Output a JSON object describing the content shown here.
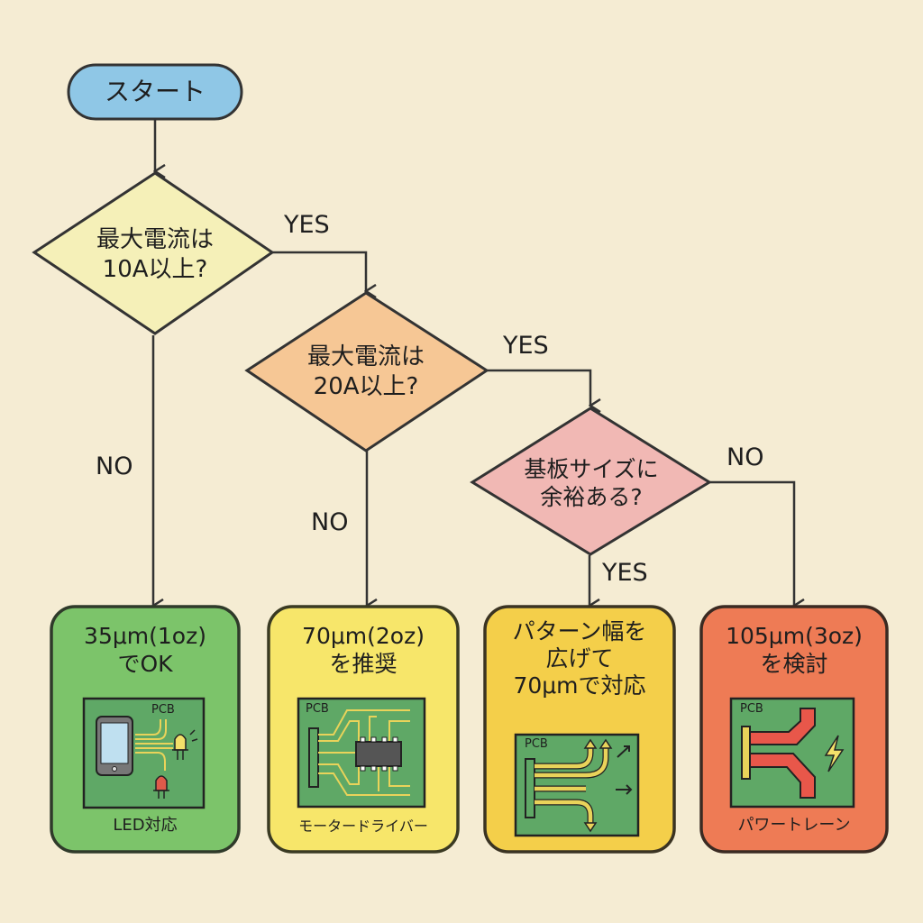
{
  "flowchart": {
    "start": {
      "label": "スタート",
      "color": "#8fc7e6"
    },
    "decisions": [
      {
        "id": "d1",
        "lines": [
          "最大電流は",
          "10A以上?"
        ],
        "color": "#f5f0b8"
      },
      {
        "id": "d2",
        "lines": [
          "最大電流は",
          "20A以上?"
        ],
        "color": "#f6c795"
      },
      {
        "id": "d3",
        "lines": [
          "基板サイズに",
          "余裕ある?"
        ],
        "color": "#f1b8b4"
      }
    ],
    "edge_labels": {
      "d1_yes": "YES",
      "d1_no": "NO",
      "d2_yes": "YES",
      "d2_no": "NO",
      "d3_yes": "YES",
      "d3_no": "NO"
    },
    "results": [
      {
        "id": "r1",
        "lines": [
          "35μm(1oz)",
          "でOK"
        ],
        "pcb_label": "PCB",
        "illustration": "phone-led-icon",
        "caption": "LED対応",
        "color": "#7cc46a"
      },
      {
        "id": "r2",
        "lines": [
          "70μm(2oz)",
          "を推奨"
        ],
        "pcb_label": "PCB",
        "illustration": "ic-chip-icon",
        "caption": "モータードライバー",
        "color": "#f7e66a"
      },
      {
        "id": "r3",
        "lines": [
          "パターン幅を",
          "広げて",
          "70μmで対応"
        ],
        "pcb_label": "PCB",
        "illustration": "wide-trace-icon",
        "caption": "",
        "color": "#f4cf4a"
      },
      {
        "id": "r4",
        "lines": [
          "105μm(3oz)",
          "を検討"
        ],
        "pcb_label": "PCB",
        "illustration": "power-trace-icon",
        "caption": "パワートレーン",
        "color": "#ee7b55"
      }
    ],
    "colors": {
      "stroke": "#333333",
      "pcb": "#5fa866",
      "trace": "#e9d35a",
      "power_trace": "#e8574a"
    }
  }
}
